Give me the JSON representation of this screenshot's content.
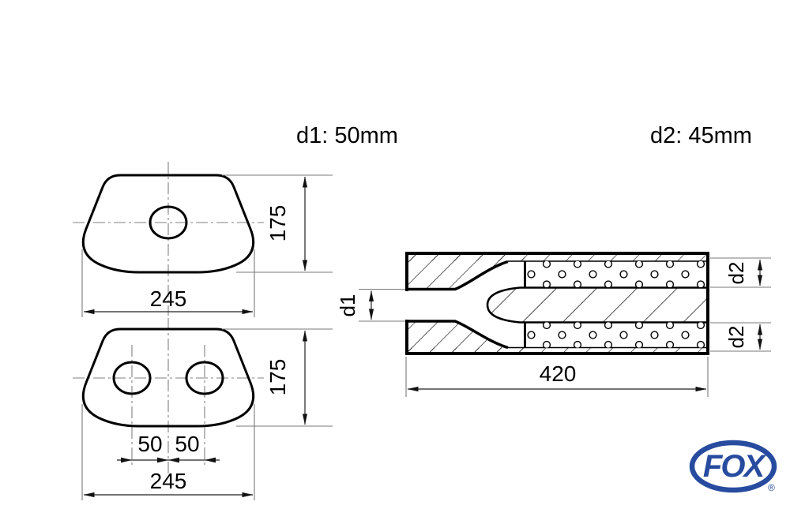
{
  "header": {
    "d1_spec": "d1: 50mm",
    "d2_spec": "d2: 45mm"
  },
  "front_view_top": {
    "width": "245",
    "height": "175"
  },
  "front_view_bottom": {
    "width": "245",
    "height": "175",
    "pitch_left": "50",
    "pitch_right": "50"
  },
  "side_view": {
    "length": "420",
    "inlet_label": "d1",
    "outlet_top_label": "d2",
    "outlet_bottom_label": "d2"
  },
  "logo": {
    "brand": "FOX",
    "registered": "®"
  },
  "colors": {
    "logo_blue": "#274b9f",
    "line_black": "#000000",
    "dim_gray": "#7a7a7a"
  }
}
